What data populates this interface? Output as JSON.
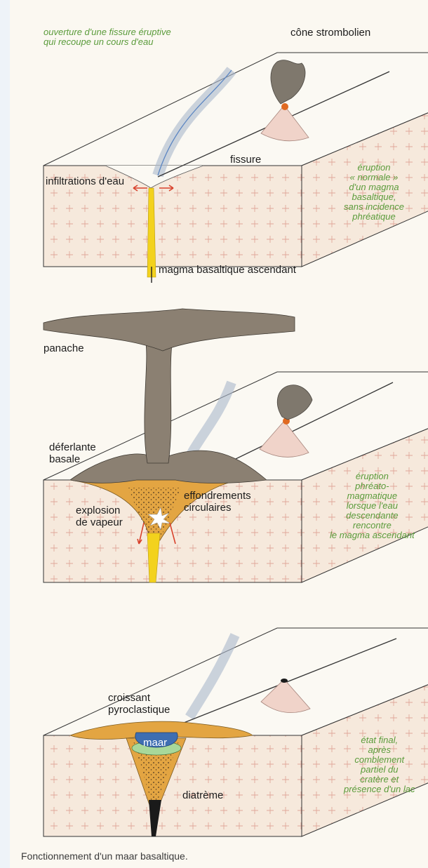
{
  "panel1": {
    "note_top": "ouverture d'une fissure éruptive\nqui recoupe un cours d'eau",
    "cone_label": "cône strombolien",
    "fissure_label": "fissure",
    "infiltration_label": "infiltrations d'eau",
    "magma_label": "magma basaltique ascendant",
    "side_note": "éruption\n« normale »\nd'un magma\nbasaltique,\nsans incidence\nphréatique"
  },
  "panel2": {
    "panache_label": "panache",
    "deferlante_label": "déferlante\nbasale",
    "effondrements_label": "effondrements\ncirculaires",
    "explosion_label": "explosion\nde vapeur",
    "side_note": "éruption\nphréato-\nmagmatique\nlorsque l'eau\ndescendante\nrencontre\nle magma ascendant"
  },
  "panel3": {
    "croissant_label": "croissant\npyroclastique",
    "maar_label": "maar",
    "diatreme_label": "diatrème",
    "side_note": "état final,\naprès\ncomblement\npartiel du\ncratère et\nprésence d'un lac"
  },
  "caption": "Fonctionnement d'un maar basaltique.",
  "colors": {
    "block_top": "#fbf9f3",
    "block_face": "#f6e9dc",
    "cross_pattern": "#e0a79a",
    "ash": "#8b8072",
    "tephra": "#e3a542",
    "magma": "#f3d21d",
    "water": "#3e6eb2",
    "note_green": "#5a9b3a"
  }
}
